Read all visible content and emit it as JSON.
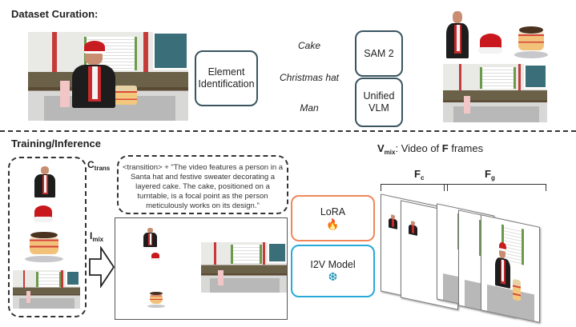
{
  "dataset_curation": {
    "heading": "Dataset Curation:",
    "element_identification_label": "Element Identification",
    "elements": [
      "Cake",
      "Christmas hat",
      "Man"
    ],
    "sam_label": "SAM 2",
    "vlm_label": "Unified VLM"
  },
  "training_inference": {
    "heading": "Training/Inference",
    "c_trans": {
      "main": "C",
      "sub": "trans"
    },
    "caption": "<transition> + \"The video features a person in a Santa hat and festive sweater decorating a layered cake. The cake, positioned on a turntable, is a focal point as the person meticulously works on its design.\"",
    "i_mix": {
      "main": "I",
      "sub": "mix"
    },
    "lora_label": "LoRA",
    "lora_icon": "fire-icon",
    "i2v_label": "I2V Model",
    "i2v_icon": "snowflake-icon",
    "v_mix": {
      "main": "V",
      "sub": "mix",
      "text_pre": ": Video of ",
      "bold": "F",
      "text_post": " frames"
    },
    "f_c": {
      "main": "F",
      "sub": "c"
    },
    "f_g": {
      "main": "F",
      "sub": "g"
    }
  },
  "colors": {
    "lora": "#f0875a",
    "i2v": "#28a9d8",
    "box": "#3a5560"
  }
}
